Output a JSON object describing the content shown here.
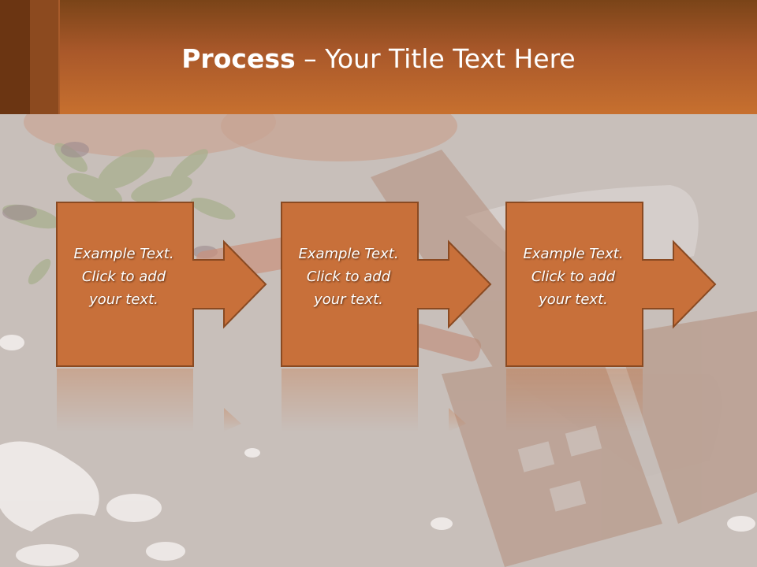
{
  "slide": {
    "title_bold": "Process",
    "title_rest": " – Your Title Text Here",
    "steps": [
      {
        "text": "Example Text.\nClick  to add\nyour text."
      },
      {
        "text": "Example Text.\nClick  to add\nyour text."
      },
      {
        "text": "Example Text.\nClick  to add\nyour text."
      }
    ]
  },
  "colors": {
    "header": "#c7702f",
    "header_dark": "#6b3512",
    "shape_fill": "#c8703a",
    "shape_stroke": "#8a4a22",
    "background": "#c9c0bb"
  }
}
